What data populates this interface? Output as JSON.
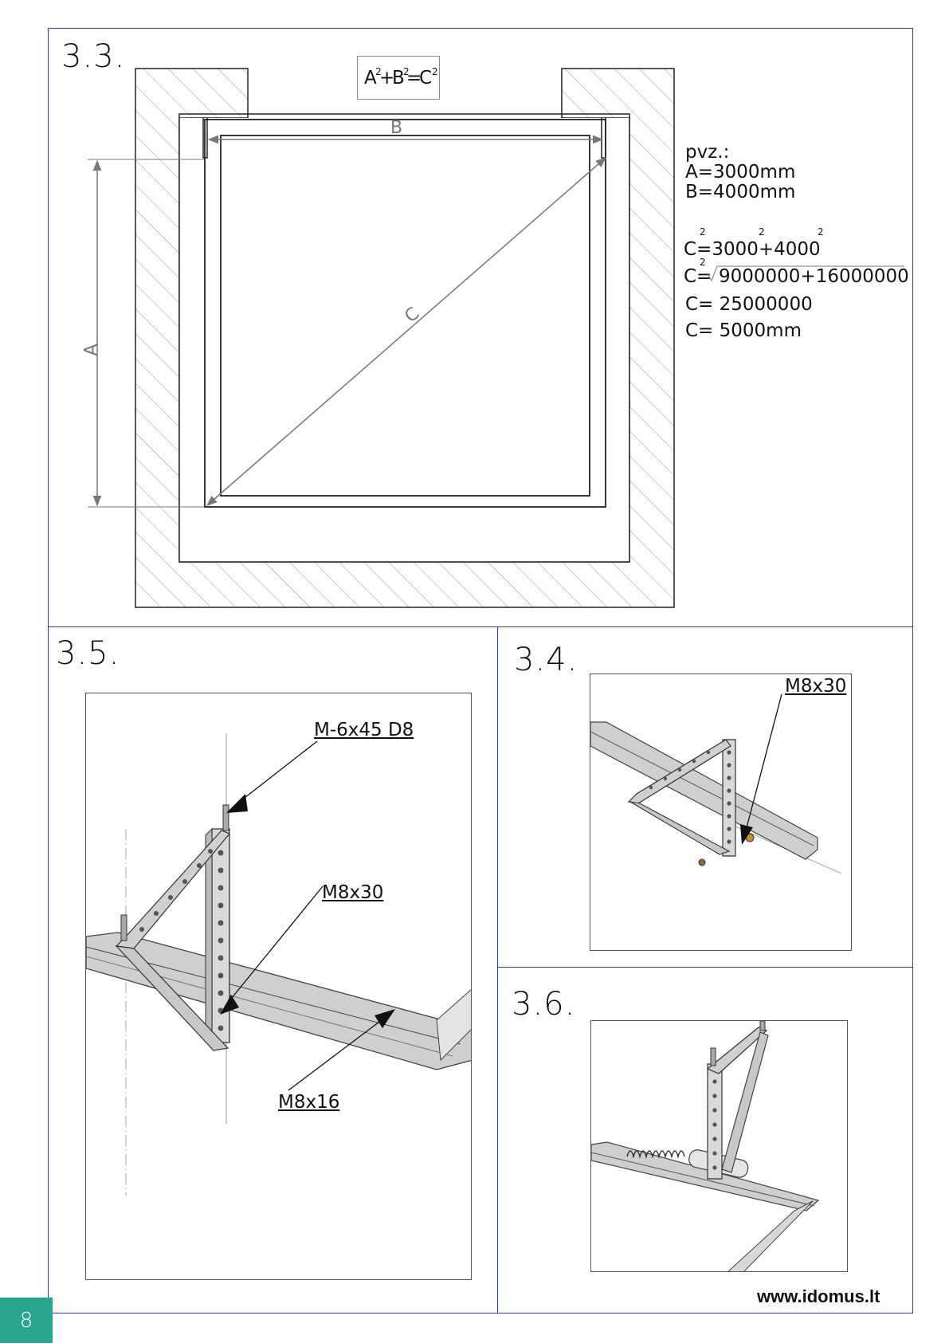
{
  "sections": {
    "s33": {
      "title": "3.3."
    },
    "s35": {
      "title": "3.5."
    },
    "s34": {
      "title": "3.4."
    },
    "s36": {
      "title": "3.6."
    }
  },
  "formula": {
    "A": "A",
    "plus": "+",
    "B": "B",
    "eq": "=",
    "C": "C",
    "exp": "2"
  },
  "diagram_labels": {
    "A": "A",
    "B": "B",
    "C": "C"
  },
  "example": {
    "header": "pvz.:",
    "a": "A=3000mm",
    "b": "B=4000mm",
    "line1": "C=3000+4000",
    "line2_prefix": "C=",
    "line2_root": "9000000+16000000",
    "line3": "C= 25000000",
    "line4": "C= 5000mm",
    "exp": "2"
  },
  "callouts": {
    "s35_bolt_top": "M-6x45 D8",
    "s35_bolt_mid": "M8x30",
    "s35_bolt_low": "M8x16",
    "s34_bolt": "M8x30"
  },
  "footer": {
    "page_number": "8",
    "website": "www.idomus.lt"
  },
  "colors": {
    "frame": "#2b3bd6",
    "page_tab": "#2aa58e",
    "hatch": "#9a9a9a"
  }
}
